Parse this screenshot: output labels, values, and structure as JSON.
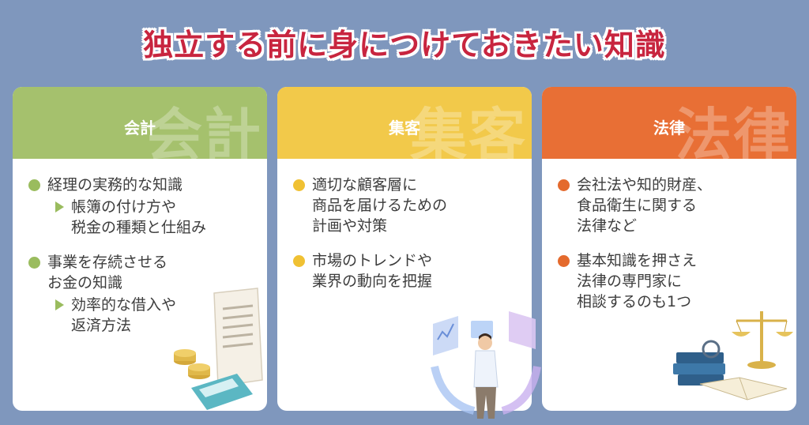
{
  "title": "独立する前に身につけておきたい知識",
  "cards": [
    {
      "label": "会計",
      "watermark": "会計",
      "accent": "#a5c16d",
      "items": [
        {
          "lines": [
            "経理の実務的な知識"
          ],
          "sub": [
            "帳簿の付け方や",
            "税金の種類と仕組み"
          ]
        },
        {
          "lines": [
            "事業を存続させる",
            "お金の知識"
          ],
          "sub": [
            "効率的な借入や",
            "返済方法"
          ]
        }
      ]
    },
    {
      "label": "集客",
      "watermark": "集客",
      "accent": "#f2c94a",
      "items": [
        {
          "lines": [
            "適切な顧客層に",
            "商品を届けるための",
            "計画や対策"
          ]
        },
        {
          "lines": [
            "市場のトレンドや",
            "業界の動向を把握"
          ]
        }
      ]
    },
    {
      "label": "法律",
      "watermark": "法律",
      "accent": "#e86f35",
      "items": [
        {
          "lines": [
            "会社法や知的財産、",
            "食品衛生に関する",
            "法律など"
          ]
        },
        {
          "lines": [
            "基本知識を押さえ",
            "法律の専門家に",
            "相談するのも1つ"
          ]
        }
      ]
    }
  ],
  "illustrations": {
    "card1": "receipt-coins-calculator-illustration",
    "card2": "businessman-hologram-illustration",
    "card3": "law-books-scales-illustration"
  }
}
